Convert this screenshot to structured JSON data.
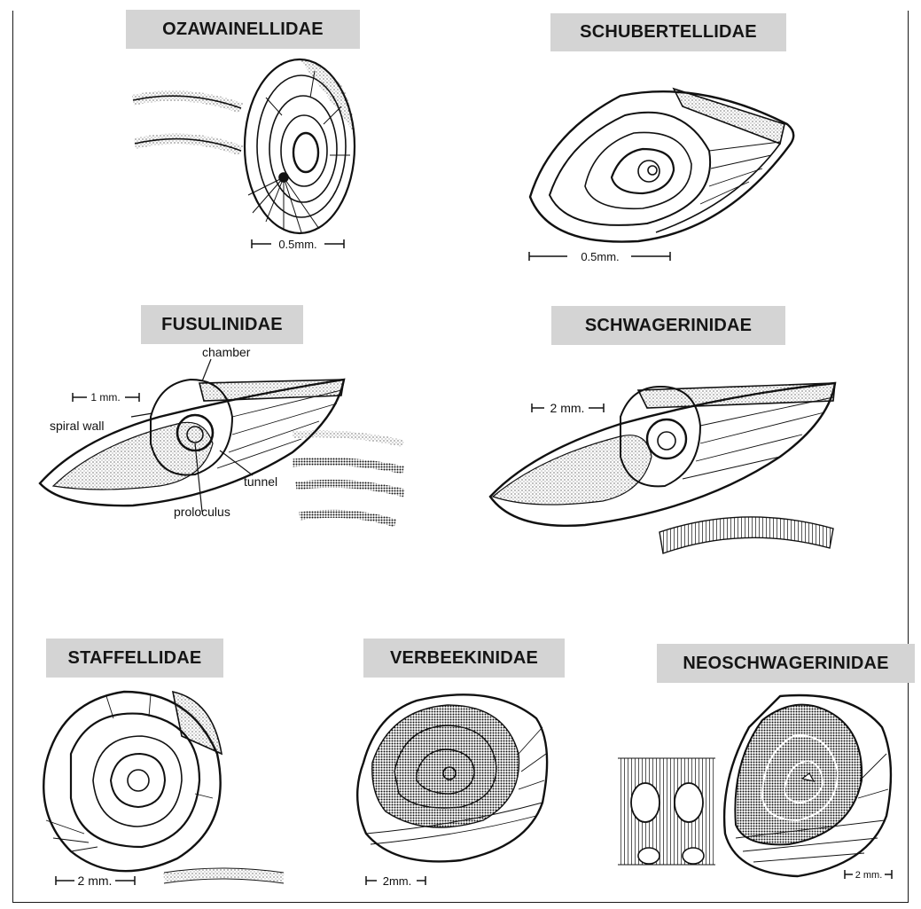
{
  "families": {
    "ozawainellidae": "OZAWAINELLIDAE",
    "schubertellidae": "SCHUBERTELLIDAE",
    "fusulinidae": "FUSULINIDAE",
    "schwagerinidae": "SCHWAGERINIDAE",
    "staffellidae": "STAFFELLIDAE",
    "verbeekinidae": "VERBEEKINIDAE",
    "neoschwagerinidae": "NEOSCHWAGERINIDAE"
  },
  "scales": {
    "ozawainellidae": "0.5mm.",
    "schubertellidae": "0.5mm.",
    "fusulinidae": "1 mm.",
    "schwagerinidae": "2 mm.",
    "staffellidae": "2 mm.",
    "verbeekinidae": "2mm.",
    "neoschwagerinidae": "2 mm."
  },
  "annotations": {
    "chamber": "chamber",
    "spiral_wall": "spiral wall",
    "tunnel": "tunnel",
    "proloculus": "proloculus"
  },
  "colors": {
    "label_bg": "#d4d4d4",
    "ink": "#111111"
  }
}
